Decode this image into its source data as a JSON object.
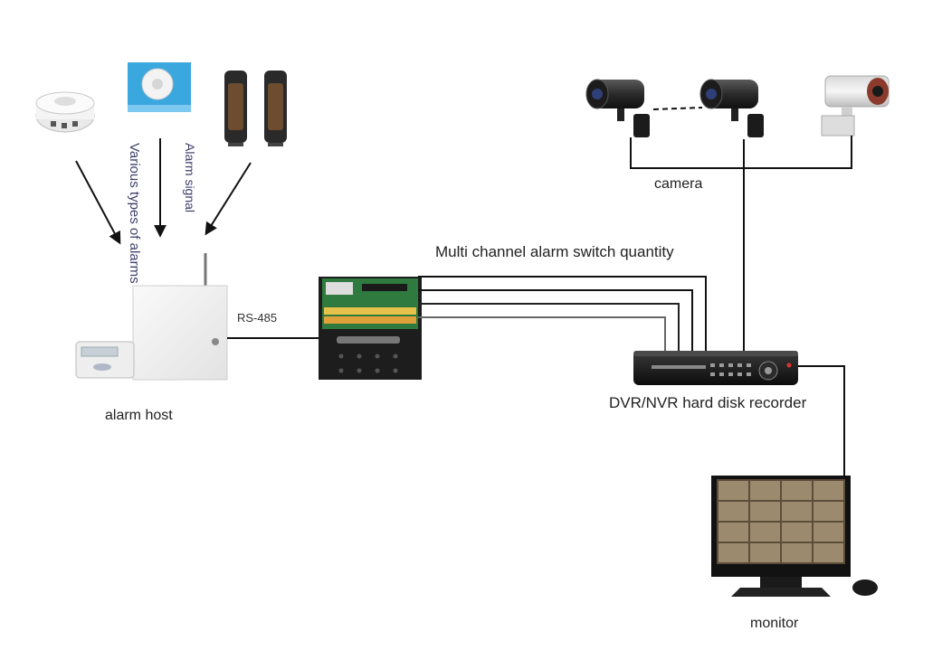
{
  "labels": {
    "various_types_of_alarms": "Various types of alarms",
    "alarm_signal": "Alarm signal",
    "rs485": "RS-485",
    "multi_channel": "Multi channel alarm switch quantity",
    "camera": "camera",
    "alarm_host": "alarm host",
    "dvr_nvr": "DVR/NVR hard disk recorder",
    "monitor": "monitor"
  },
  "colors": {
    "line": "#111111",
    "board_green": "#2f7a3e",
    "panel_white": "#f2f2f2",
    "label_text": "#222222",
    "vertical_label": "#3d3f6b"
  }
}
